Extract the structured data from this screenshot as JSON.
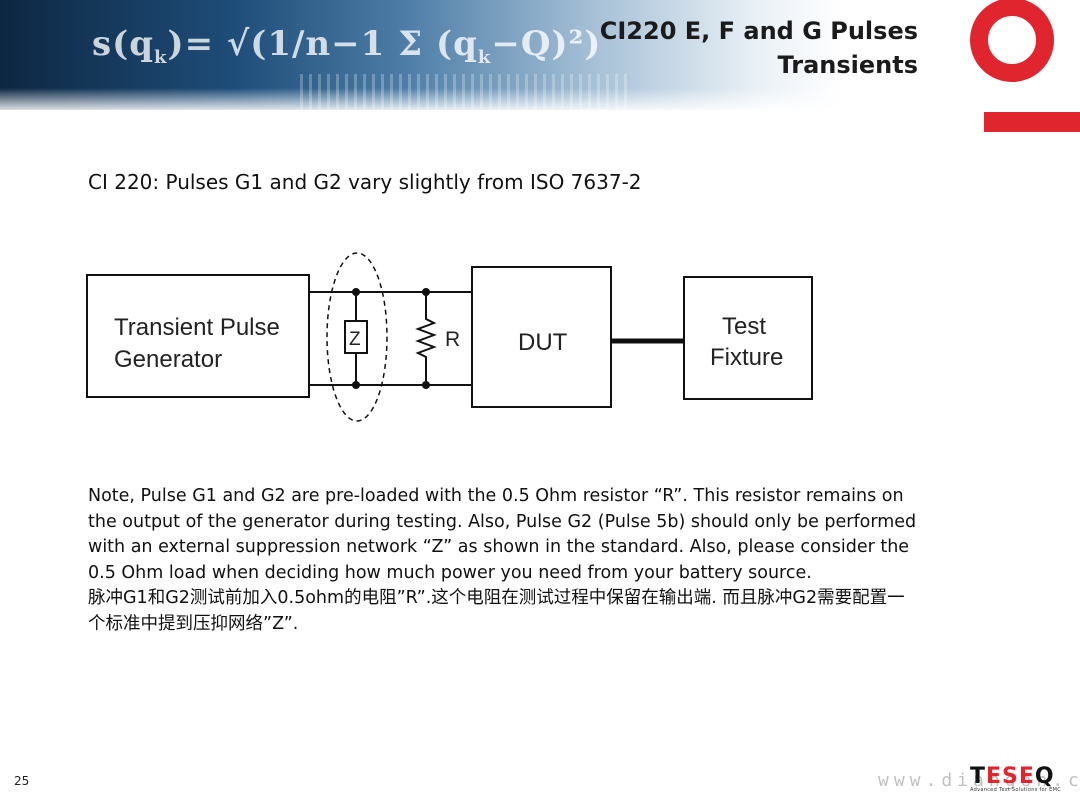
{
  "header": {
    "formula": "s(q",
    "formula_sub": "k",
    "formula_rest": ")= √(1/n−1 Σ (q",
    "formula_rest2": "−Q)²)",
    "title_line1": "CI220 E, F and G Pulses",
    "title_line2": "Transients"
  },
  "subtitle": "CI 220: Pulses G1 and G2 vary slightly from ISO 7637-2",
  "diagram": {
    "generator_line1": "Transient Pulse",
    "generator_line2": "Generator",
    "z_label": "Z",
    "r_label": "R",
    "dut_label": "DUT",
    "fixture_line1": "Test",
    "fixture_line2": "Fixture"
  },
  "note": {
    "en": "Note, Pulse G1 and G2 are pre-loaded with the 0.5 Ohm resistor “R”.  This resistor remains on the output of the generator during testing.  Also, Pulse G2 (Pulse 5b) should only be performed with an external suppression network “Z” as shown in the standard.  Also, please consider the 0.5 Ohm load when deciding how much power you need from your battery source.",
    "zh": "脉冲G1和G2测试前加入0.5ohm的电阻”R”.这个电阻在测试过程中保留在输出端. 而且脉冲G2需要配置一个标准中提到压抑网络”Z”."
  },
  "footer": {
    "page_number": "25",
    "logo_prefix": "T",
    "logo_mid": "ESE",
    "logo_suffix": "Q",
    "logo_tagline": "Advanced Test Solutions for EMC",
    "watermark": "www.diangon.cn"
  },
  "colors": {
    "brand_red": "#e0252e",
    "banner_dark": "#0d2742"
  }
}
